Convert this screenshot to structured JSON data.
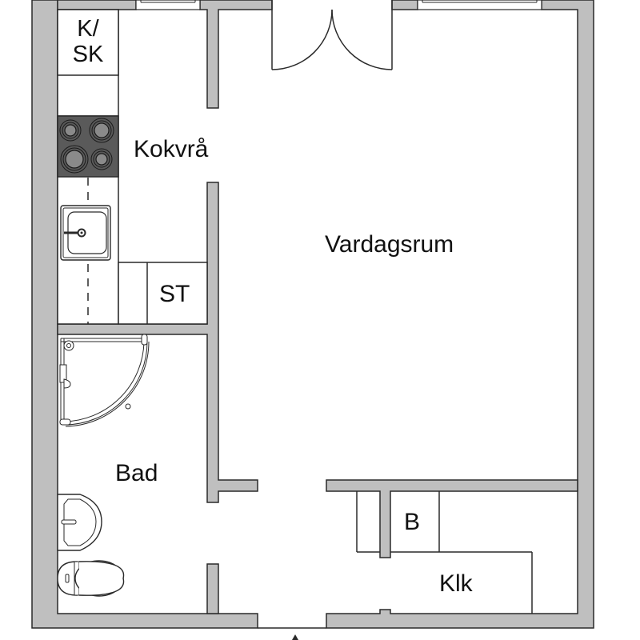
{
  "floorplan": {
    "rooms": {
      "kitchen_storage": {
        "label_line1": "K/",
        "label_line2": "SK"
      },
      "kitchen": {
        "label": "Kokvrå"
      },
      "living": {
        "label": "Vardagsrum"
      },
      "pantry": {
        "label": "ST"
      },
      "bathroom": {
        "label": "Bad"
      },
      "storage": {
        "label": "B"
      },
      "closet": {
        "label": "Klk"
      }
    },
    "fixtures": [
      "fridge-freezer",
      "cooktop-4-burners",
      "kitchen-sink",
      "corner-shower",
      "bathroom-sink",
      "toilet",
      "double-door",
      "window-kitchen",
      "window-living",
      "entrance-arrow"
    ],
    "colors": {
      "wall_fill": "#bfbfbf",
      "outline": "#2a2a2a",
      "cooktop": "#5a5a5a",
      "burner": "#8a8a8a",
      "background": "#ffffff"
    }
  }
}
